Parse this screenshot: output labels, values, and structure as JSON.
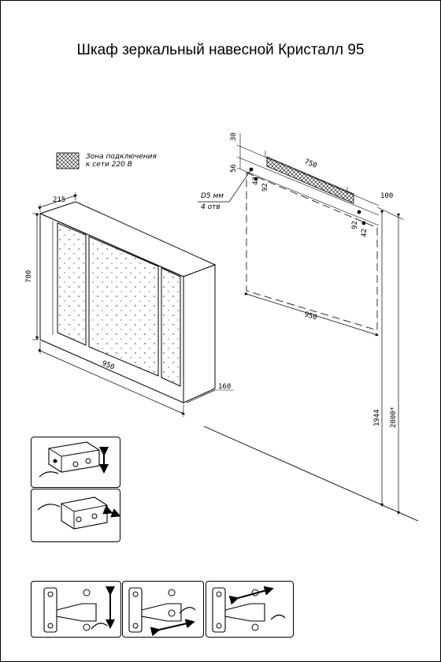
{
  "title": "Шкаф зеркальный навесной Кристалл 95",
  "legend": {
    "line1": "Зона подключения",
    "line2": "к сети 220 В"
  },
  "screw_note": {
    "line1": "D5 мм",
    "line2": "4 отв"
  },
  "cabinet_dims": {
    "depth": "215",
    "height": "700",
    "width": "950",
    "side": "160"
  },
  "wall_dims": {
    "top_offset": "30",
    "side_offset": "56",
    "light_width": "750",
    "right_offset": "100",
    "hole_a": "42",
    "hole_b": "92",
    "hole_c": "92",
    "hole_d": "42",
    "span": "950",
    "mount_height": "1944",
    "total_height": "2000*"
  }
}
